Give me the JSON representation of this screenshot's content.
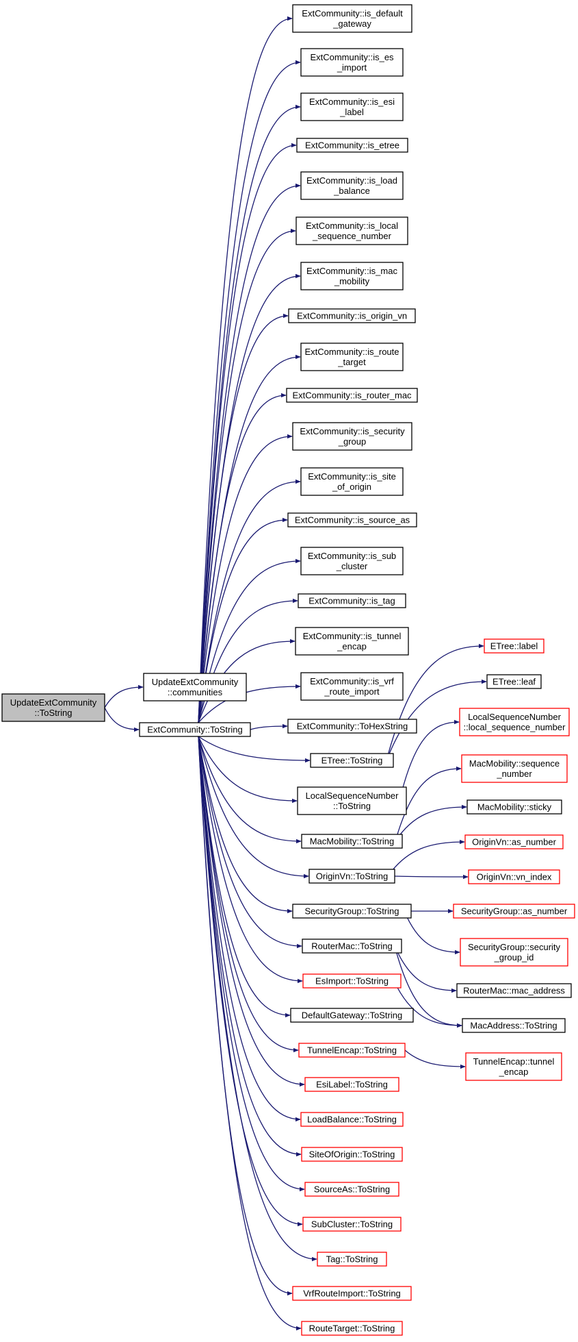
{
  "colors": {
    "edge": "#191970",
    "normal_border": "#000000",
    "external_border": "#ff0000",
    "root_fill": "#bfbfbf",
    "node_fill": "#ffffff"
  },
  "nodes": [
    {
      "id": "root",
      "lines": [
        "UpdateExtCommunity",
        "::ToString"
      ],
      "style": "root"
    },
    {
      "id": "communities",
      "lines": [
        "UpdateExtCommunity",
        "::communities"
      ],
      "style": "normal"
    },
    {
      "id": "ectostring",
      "lines": [
        "ExtCommunity::ToString"
      ],
      "style": "normal"
    },
    {
      "id": "is_default_gateway",
      "lines": [
        "ExtCommunity::is_default",
        "_gateway"
      ],
      "style": "normal"
    },
    {
      "id": "is_es_import",
      "lines": [
        "ExtCommunity::is_es",
        "_import"
      ],
      "style": "normal"
    },
    {
      "id": "is_esi_label",
      "lines": [
        "ExtCommunity::is_esi",
        "_label"
      ],
      "style": "normal"
    },
    {
      "id": "is_etree",
      "lines": [
        "ExtCommunity::is_etree"
      ],
      "style": "normal"
    },
    {
      "id": "is_load_balance",
      "lines": [
        "ExtCommunity::is_load",
        "_balance"
      ],
      "style": "normal"
    },
    {
      "id": "is_local_seq",
      "lines": [
        "ExtCommunity::is_local",
        "_sequence_number"
      ],
      "style": "normal"
    },
    {
      "id": "is_mac_mobility",
      "lines": [
        "ExtCommunity::is_mac",
        "_mobility"
      ],
      "style": "normal"
    },
    {
      "id": "is_origin_vn",
      "lines": [
        "ExtCommunity::is_origin_vn"
      ],
      "style": "normal"
    },
    {
      "id": "is_route_target",
      "lines": [
        "ExtCommunity::is_route",
        "_target"
      ],
      "style": "normal"
    },
    {
      "id": "is_router_mac",
      "lines": [
        "ExtCommunity::is_router_mac"
      ],
      "style": "normal"
    },
    {
      "id": "is_security_group",
      "lines": [
        "ExtCommunity::is_security",
        "_group"
      ],
      "style": "normal"
    },
    {
      "id": "is_site_of_origin",
      "lines": [
        "ExtCommunity::is_site",
        "_of_origin"
      ],
      "style": "normal"
    },
    {
      "id": "is_source_as",
      "lines": [
        "ExtCommunity::is_source_as"
      ],
      "style": "normal"
    },
    {
      "id": "is_sub_cluster",
      "lines": [
        "ExtCommunity::is_sub",
        "_cluster"
      ],
      "style": "normal"
    },
    {
      "id": "is_tag",
      "lines": [
        "ExtCommunity::is_tag"
      ],
      "style": "normal"
    },
    {
      "id": "is_tunnel_encap",
      "lines": [
        "ExtCommunity::is_tunnel",
        "_encap"
      ],
      "style": "normal"
    },
    {
      "id": "is_vrf_route_import",
      "lines": [
        "ExtCommunity::is_vrf",
        "_route_import"
      ],
      "style": "normal"
    },
    {
      "id": "tohexstring",
      "lines": [
        "ExtCommunity::ToHexString"
      ],
      "style": "normal"
    },
    {
      "id": "etree_tostring",
      "lines": [
        "ETree::ToString"
      ],
      "style": "normal"
    },
    {
      "id": "lsn_tostring",
      "lines": [
        "LocalSequenceNumber",
        "::ToString"
      ],
      "style": "normal"
    },
    {
      "id": "macmob_tostring",
      "lines": [
        "MacMobility::ToString"
      ],
      "style": "normal"
    },
    {
      "id": "originvn_tostring",
      "lines": [
        "OriginVn::ToString"
      ],
      "style": "normal"
    },
    {
      "id": "secgroup_tostring",
      "lines": [
        "SecurityGroup::ToString"
      ],
      "style": "normal"
    },
    {
      "id": "routermac_tostring",
      "lines": [
        "RouterMac::ToString"
      ],
      "style": "normal"
    },
    {
      "id": "esimport_tostring",
      "lines": [
        "EsImport::ToString"
      ],
      "style": "external"
    },
    {
      "id": "defgw_tostring",
      "lines": [
        "DefaultGateway::ToString"
      ],
      "style": "normal"
    },
    {
      "id": "tunnelencap_tostring",
      "lines": [
        "TunnelEncap::ToString"
      ],
      "style": "external"
    },
    {
      "id": "esilabel_tostring",
      "lines": [
        "EsiLabel::ToString"
      ],
      "style": "external"
    },
    {
      "id": "loadbal_tostring",
      "lines": [
        "LoadBalance::ToString"
      ],
      "style": "external"
    },
    {
      "id": "soo_tostring",
      "lines": [
        "SiteOfOrigin::ToString"
      ],
      "style": "external"
    },
    {
      "id": "sourceas_tostring",
      "lines": [
        "SourceAs::ToString"
      ],
      "style": "external"
    },
    {
      "id": "subcluster_tostring",
      "lines": [
        "SubCluster::ToString"
      ],
      "style": "external"
    },
    {
      "id": "tag_tostring",
      "lines": [
        "Tag::ToString"
      ],
      "style": "external"
    },
    {
      "id": "vrfri_tostring",
      "lines": [
        "VrfRouteImport::ToString"
      ],
      "style": "external"
    },
    {
      "id": "rt_tostring",
      "lines": [
        "RouteTarget::ToString"
      ],
      "style": "external"
    },
    {
      "id": "etree_label",
      "lines": [
        "ETree::label"
      ],
      "style": "external"
    },
    {
      "id": "etree_leaf",
      "lines": [
        "ETree::leaf"
      ],
      "style": "normal"
    },
    {
      "id": "lsn_lsn",
      "lines": [
        "LocalSequenceNumber",
        "::local_sequence_number"
      ],
      "style": "external"
    },
    {
      "id": "macmob_seq",
      "lines": [
        "MacMobility::sequence",
        "_number"
      ],
      "style": "external"
    },
    {
      "id": "macmob_sticky",
      "lines": [
        "MacMobility::sticky"
      ],
      "style": "normal"
    },
    {
      "id": "originvn_asn",
      "lines": [
        "OriginVn::as_number"
      ],
      "style": "external"
    },
    {
      "id": "originvn_vnidx",
      "lines": [
        "OriginVn::vn_index"
      ],
      "style": "external"
    },
    {
      "id": "secgroup_asn",
      "lines": [
        "SecurityGroup::as_number"
      ],
      "style": "external"
    },
    {
      "id": "secgroup_id",
      "lines": [
        "SecurityGroup::security",
        "_group_id"
      ],
      "style": "external"
    },
    {
      "id": "routermac_addr",
      "lines": [
        "RouterMac::mac_address"
      ],
      "style": "normal"
    },
    {
      "id": "macaddr_tostring",
      "lines": [
        "MacAddress::ToString"
      ],
      "style": "normal"
    },
    {
      "id": "tunnelencap_te",
      "lines": [
        "TunnelEncap::tunnel",
        "_encap"
      ],
      "style": "external"
    }
  ],
  "edges": [
    [
      "root",
      "communities"
    ],
    [
      "root",
      "ectostring"
    ],
    [
      "ectostring",
      "is_default_gateway"
    ],
    [
      "ectostring",
      "is_es_import"
    ],
    [
      "ectostring",
      "is_esi_label"
    ],
    [
      "ectostring",
      "is_etree"
    ],
    [
      "ectostring",
      "is_load_balance"
    ],
    [
      "ectostring",
      "is_local_seq"
    ],
    [
      "ectostring",
      "is_mac_mobility"
    ],
    [
      "ectostring",
      "is_origin_vn"
    ],
    [
      "ectostring",
      "is_route_target"
    ],
    [
      "ectostring",
      "is_router_mac"
    ],
    [
      "ectostring",
      "is_security_group"
    ],
    [
      "ectostring",
      "is_site_of_origin"
    ],
    [
      "ectostring",
      "is_source_as"
    ],
    [
      "ectostring",
      "is_sub_cluster"
    ],
    [
      "ectostring",
      "is_tag"
    ],
    [
      "ectostring",
      "is_tunnel_encap"
    ],
    [
      "ectostring",
      "is_vrf_route_import"
    ],
    [
      "ectostring",
      "tohexstring"
    ],
    [
      "ectostring",
      "etree_tostring"
    ],
    [
      "ectostring",
      "lsn_tostring"
    ],
    [
      "ectostring",
      "macmob_tostring"
    ],
    [
      "ectostring",
      "originvn_tostring"
    ],
    [
      "ectostring",
      "secgroup_tostring"
    ],
    [
      "ectostring",
      "routermac_tostring"
    ],
    [
      "ectostring",
      "esimport_tostring"
    ],
    [
      "ectostring",
      "defgw_tostring"
    ],
    [
      "ectostring",
      "tunnelencap_tostring"
    ],
    [
      "ectostring",
      "esilabel_tostring"
    ],
    [
      "ectostring",
      "loadbal_tostring"
    ],
    [
      "ectostring",
      "soo_tostring"
    ],
    [
      "ectostring",
      "sourceas_tostring"
    ],
    [
      "ectostring",
      "subcluster_tostring"
    ],
    [
      "ectostring",
      "tag_tostring"
    ],
    [
      "ectostring",
      "vrfri_tostring"
    ],
    [
      "ectostring",
      "rt_tostring"
    ],
    [
      "etree_tostring",
      "etree_label"
    ],
    [
      "etree_tostring",
      "etree_leaf"
    ],
    [
      "lsn_tostring",
      "lsn_lsn"
    ],
    [
      "macmob_tostring",
      "macmob_seq"
    ],
    [
      "macmob_tostring",
      "macmob_sticky"
    ],
    [
      "originvn_tostring",
      "originvn_asn"
    ],
    [
      "originvn_tostring",
      "originvn_vnidx"
    ],
    [
      "secgroup_tostring",
      "secgroup_asn"
    ],
    [
      "secgroup_tostring",
      "secgroup_id"
    ],
    [
      "routermac_tostring",
      "routermac_addr"
    ],
    [
      "routermac_tostring",
      "macaddr_tostring"
    ],
    [
      "esimport_tostring",
      "macaddr_tostring"
    ],
    [
      "tunnelencap_tostring",
      "tunnelencap_te"
    ]
  ]
}
